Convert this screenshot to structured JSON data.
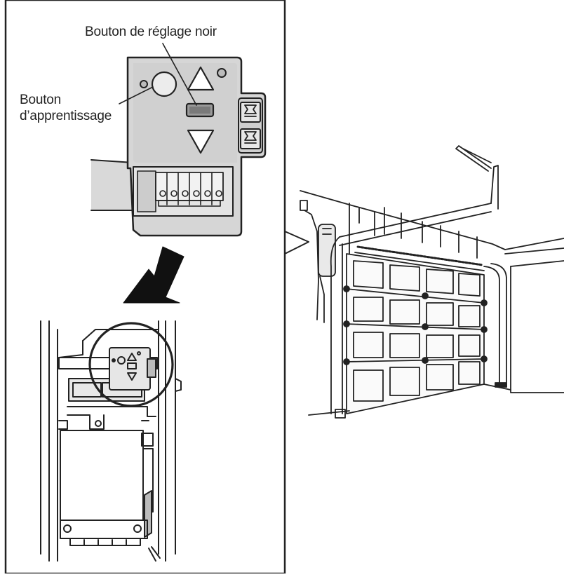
{
  "labels": {
    "black_adjust_button": "Bouton de réglage noir",
    "learn_button_line1": "Bouton",
    "learn_button_line2": "d’apprentissage"
  },
  "colors": {
    "line": "#222222",
    "panel_fill": "#d6d6d6",
    "panel_light": "#e8e8e8",
    "background": "#ffffff"
  }
}
